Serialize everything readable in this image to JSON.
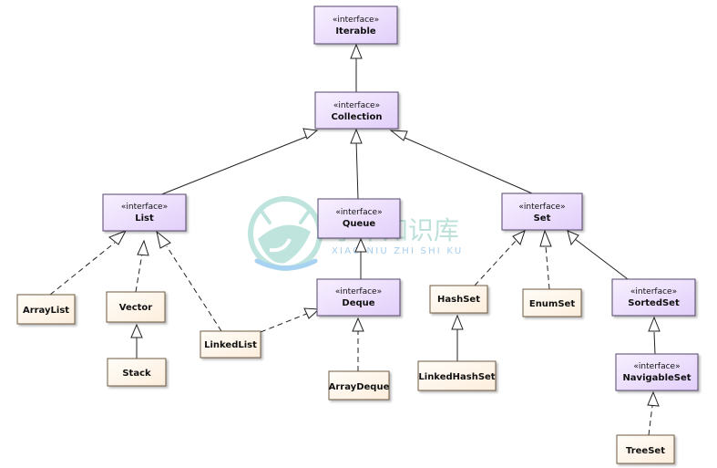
{
  "colors": {
    "interface_fill": "#ece0fb",
    "interface_stroke": "#55446c",
    "class_fill": "#fff8ef",
    "class_stroke": "#6f5a43",
    "edge": "#222222",
    "watermark_primary": "#9fd4ca",
    "watermark_secondary": "#7fb7e4"
  },
  "watermark": {
    "title": "小牛知识库",
    "subtitle": "XIAO NIU ZHI SHI KU"
  },
  "nodes": {
    "iterable": {
      "stereotype": "«interface»",
      "name": "Iterable"
    },
    "collection": {
      "stereotype": "«interface»",
      "name": "Collection"
    },
    "list": {
      "stereotype": "«interface»",
      "name": "List"
    },
    "queue": {
      "stereotype": "«interface»",
      "name": "Queue"
    },
    "set": {
      "stereotype": "«interface»",
      "name": "Set"
    },
    "deque": {
      "stereotype": "«interface»",
      "name": "Deque"
    },
    "sortedset": {
      "stereotype": "«interface»",
      "name": "SortedSet"
    },
    "navigableset": {
      "stereotype": "«interface»",
      "name": "NavigableSet"
    },
    "arraylist": {
      "name": "ArrayList"
    },
    "vector": {
      "name": "Vector"
    },
    "stack": {
      "name": "Stack"
    },
    "linkedlist": {
      "name": "LinkedList"
    },
    "arraydeque": {
      "name": "ArrayDeque"
    },
    "hashset": {
      "name": "HashSet"
    },
    "linkedhashset": {
      "name": "LinkedHashSet"
    },
    "enumset": {
      "name": "EnumSet"
    },
    "treeset": {
      "name": "TreeSet"
    }
  }
}
